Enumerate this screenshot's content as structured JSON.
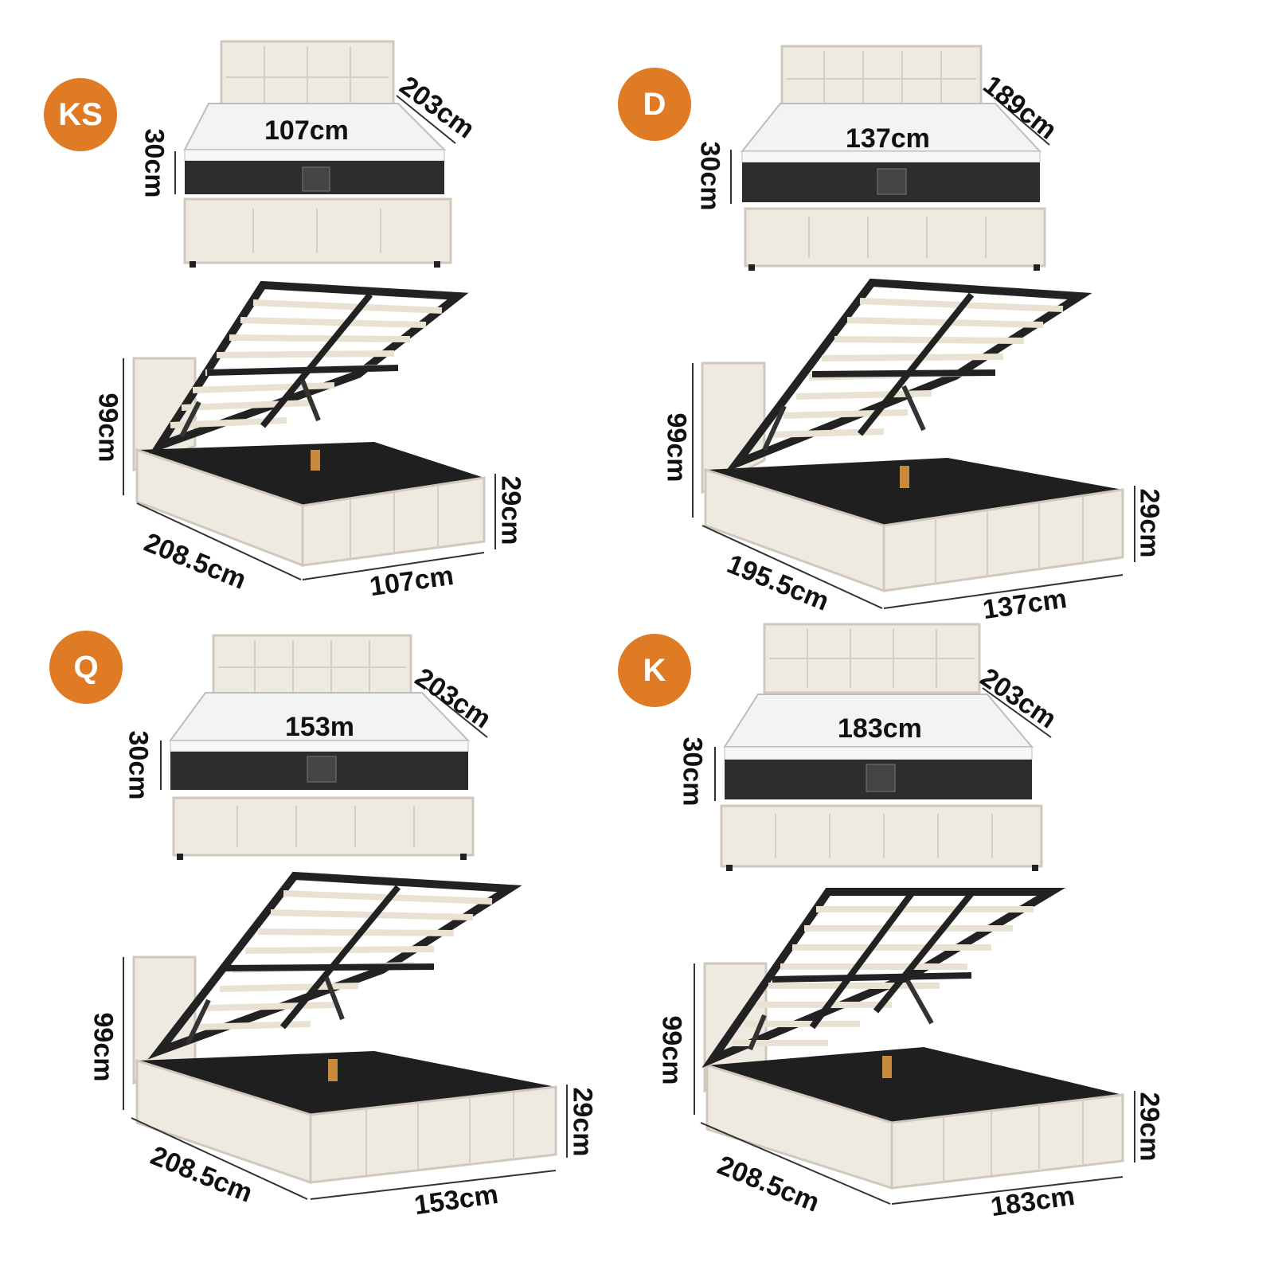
{
  "colors": {
    "badge": "#e07b25",
    "fabric": "#eeeae2",
    "fabric_line": "#cfc9bd",
    "frame": "#222222",
    "mattress_dark": "#2d2d2d",
    "slat": "#e9e2d3"
  },
  "sizes": [
    {
      "id": "ks",
      "badge": "KS",
      "mattress": {
        "width": "107cm",
        "length": "203cm",
        "height": "30cm"
      },
      "frame": {
        "height": "99cm",
        "length": "208.5cm",
        "width": "107cm",
        "side_height": "29cm"
      }
    },
    {
      "id": "d",
      "badge": "D",
      "mattress": {
        "width": "137cm",
        "length": "189cm",
        "height": "30cm"
      },
      "frame": {
        "height": "99cm",
        "length": "195.5cm",
        "width": "137cm",
        "side_height": "29cm"
      }
    },
    {
      "id": "q",
      "badge": "Q",
      "mattress": {
        "width": "153m",
        "length": "203cm",
        "height": "30cm"
      },
      "frame": {
        "height": "99cm",
        "length": "208.5cm",
        "width": "153cm",
        "side_height": "29cm"
      }
    },
    {
      "id": "k",
      "badge": "K",
      "mattress": {
        "width": "183cm",
        "length": "203cm",
        "height": "30cm"
      },
      "frame": {
        "height": "99cm",
        "length": "208.5cm",
        "width": "183cm",
        "side_height": "29cm"
      }
    }
  ]
}
